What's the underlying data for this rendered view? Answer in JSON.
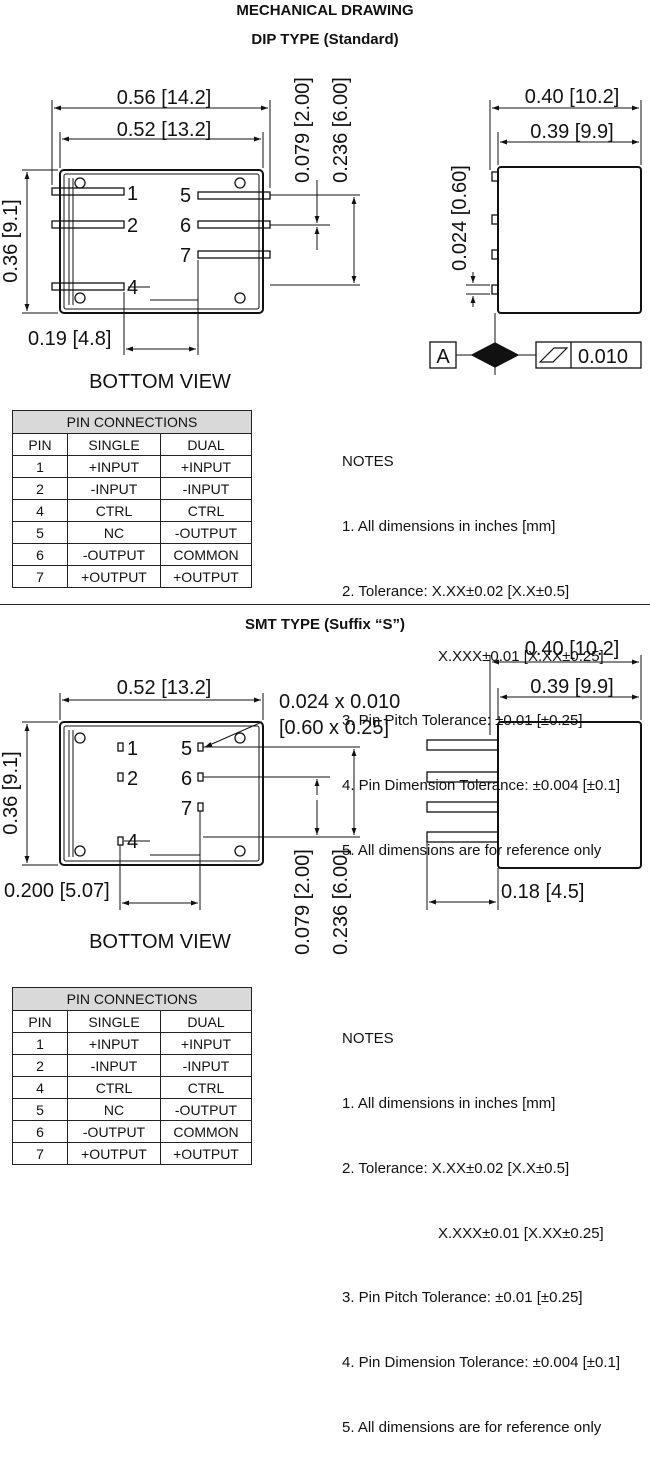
{
  "title": "MECHANICAL DRAWING",
  "dip": {
    "subtitle": "DIP TYPE (Standard)",
    "dims": {
      "overall_width": "0.56 [14.2]",
      "body_width": "0.52 [13.2]",
      "height": "0.36 [9.1]",
      "pin_offset_h": "0.19 [4.8]",
      "pitch": "0.079 [2.00]",
      "span": "0.236 [6.00]",
      "side_width": "0.40 [10.2]",
      "side_body": "0.39 [9.9]",
      "pin_dia": "0.024 [0.60]",
      "flatness": "0.010",
      "datum": "A"
    },
    "view_label": "BOTTOM VIEW",
    "pins": [
      "1",
      "2",
      "4",
      "5",
      "6",
      "7"
    ]
  },
  "smt": {
    "subtitle": "SMT TYPE (Suffix “S”)",
    "dims": {
      "body_width": "0.52 [13.2]",
      "pad_size_1": "0.024 x 0.010",
      "pad_size_2": "[0.60 x 0.25]",
      "height": "0.36 [9.1]",
      "pin_offset_h": "0.200 [5.07]",
      "pitch": "0.079 [2.00]",
      "span": "0.236 [6.00]",
      "side_width": "0.40 [10.2]",
      "side_body": "0.39 [9.9]",
      "lead_len": "0.18 [4.5]"
    },
    "view_label": "BOTTOM VIEW",
    "pins": [
      "1",
      "2",
      "4",
      "5",
      "6",
      "7"
    ]
  },
  "pin_table": {
    "caption": "PIN CONNECTIONS",
    "headers": [
      "PIN",
      "SINGLE",
      "DUAL"
    ],
    "rows": [
      [
        "1",
        "+INPUT",
        "+INPUT"
      ],
      [
        "2",
        "-INPUT",
        "-INPUT"
      ],
      [
        "4",
        "CTRL",
        "CTRL"
      ],
      [
        "5",
        "NC",
        "-OUTPUT"
      ],
      [
        "6",
        "-OUTPUT",
        "COMMON"
      ],
      [
        "7",
        "+OUTPUT",
        "+OUTPUT"
      ]
    ]
  },
  "notes": {
    "heading": "NOTES",
    "items": [
      "1. All dimensions in inches [mm]",
      "2. Tolerance: X.XX±0.02 [X.X±0.5]",
      "X.XXX±0.01 [X.XX±0.25]",
      "3. Pin Pitch Tolerance: ±0.01 [±0.25]",
      "4. Pin Dimension Tolerance: ±0.004 [±0.1]",
      "5. All dimensions are for reference only"
    ]
  }
}
